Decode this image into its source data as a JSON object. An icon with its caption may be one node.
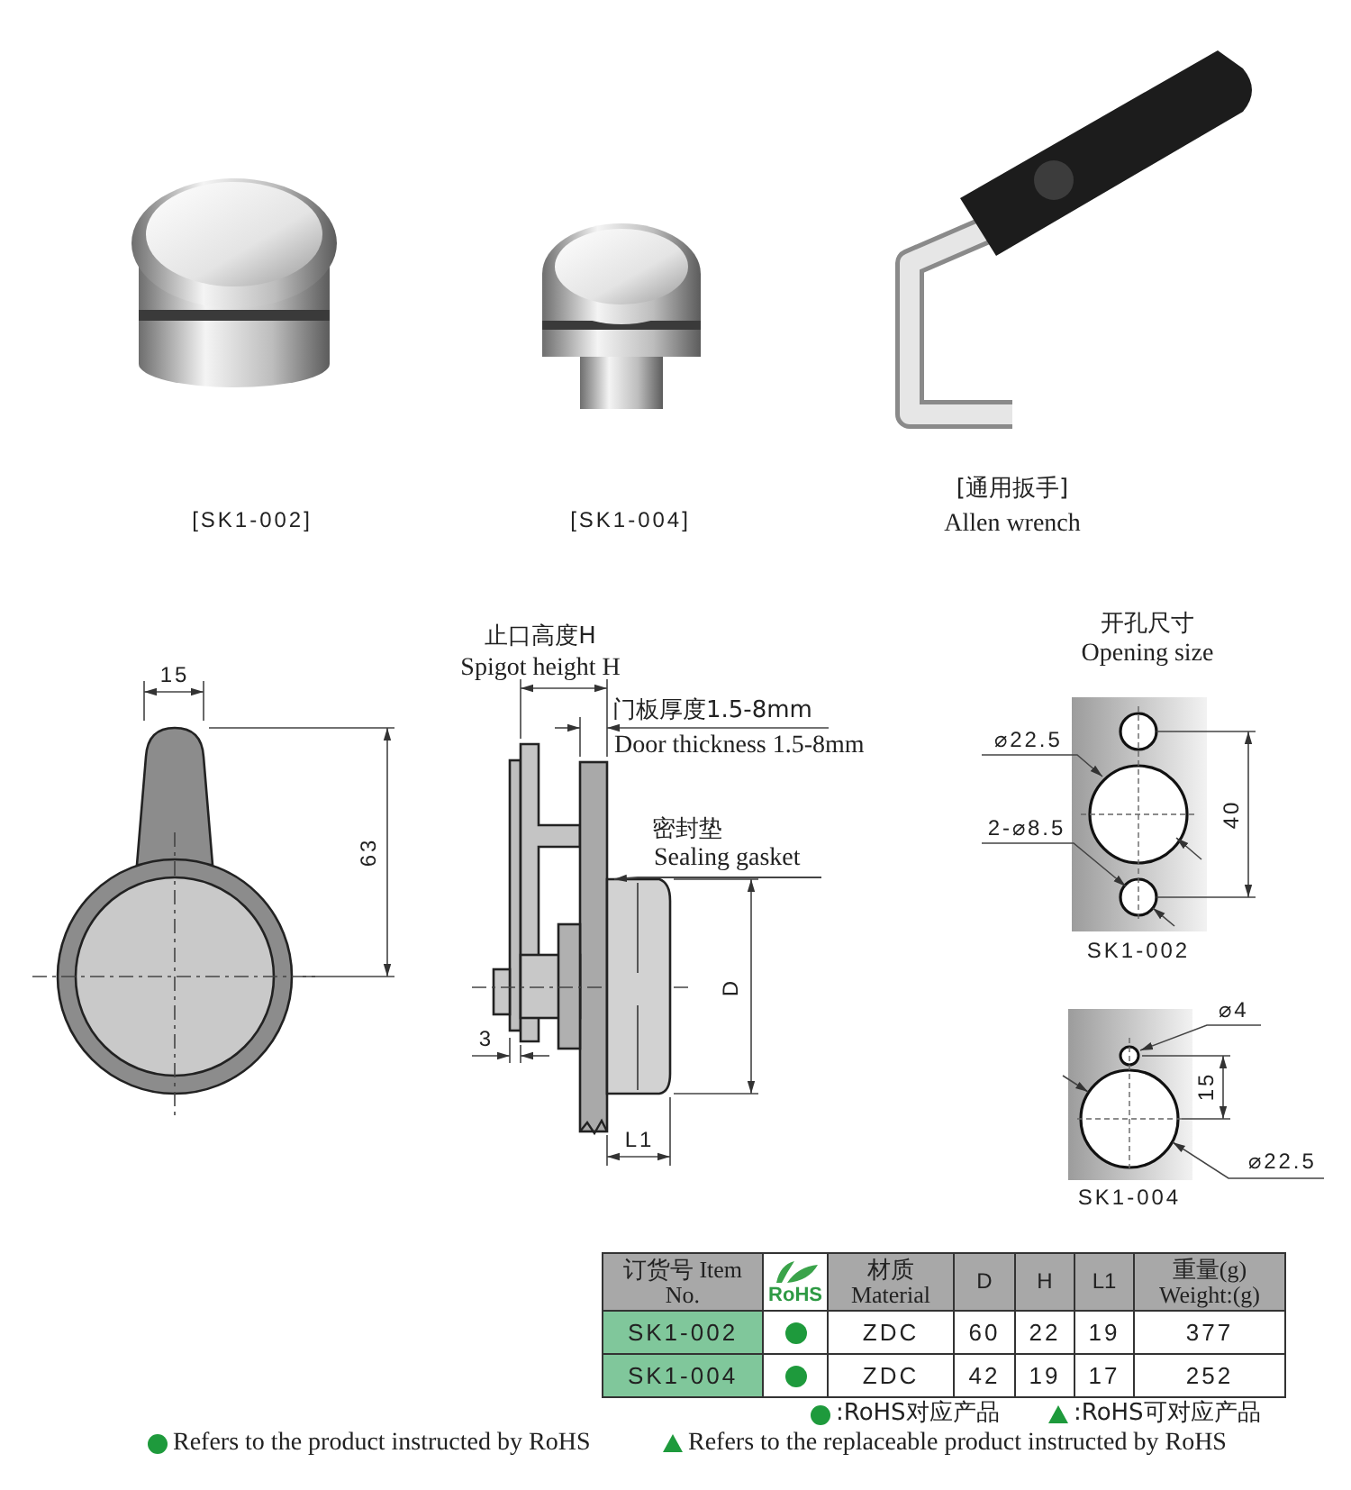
{
  "diagram": {
    "nodes": [
      {
        "text": [
          "密封垫",
          "Sealing gasket"
        ]
      },
      {
        "text": [],
        "shape": "picture"
      }
    ],
    "edges": [
      {
        "from": 0,
        "to": 1,
        "arrow": "to"
      }
    ],
    "labels": [
      "[SK1-002]",
      "[SK1-004]",
      "[通用扳手]",
      "Allen wrench",
      "15",
      "63",
      "止口高度H",
      "Spigot height H",
      "门板厚度1.5-8mm",
      "Door thickness 1.5-8mm",
      "3",
      "D",
      "L1",
      "开孔尺寸",
      "Opening size",
      "⌀22.5",
      "2-⌀8.5",
      "40",
      "SK1-002",
      "⌀4",
      "15",
      "⌀22.5",
      "SK1-004",
      "订货号 Item No.",
      "RoHS",
      "材质 Material",
      "D",
      "H",
      "L1",
      "重量(g) Weight:(g)",
      "SK1-002",
      "ZDC",
      "60",
      "22",
      "19",
      "377",
      "SK1-004",
      "ZDC",
      "42",
      "19",
      "17",
      "252"
    ],
    "legend": [
      {
        "text": ":RoHS对应产品"
      },
      {
        "text": ":RoHS可对应产品"
      },
      {
        "text": "Refers to the product instructed by RoHS"
      },
      {
        "text": "Refers to the replaceable product instructed by RoHS"
      }
    ]
  }
}
